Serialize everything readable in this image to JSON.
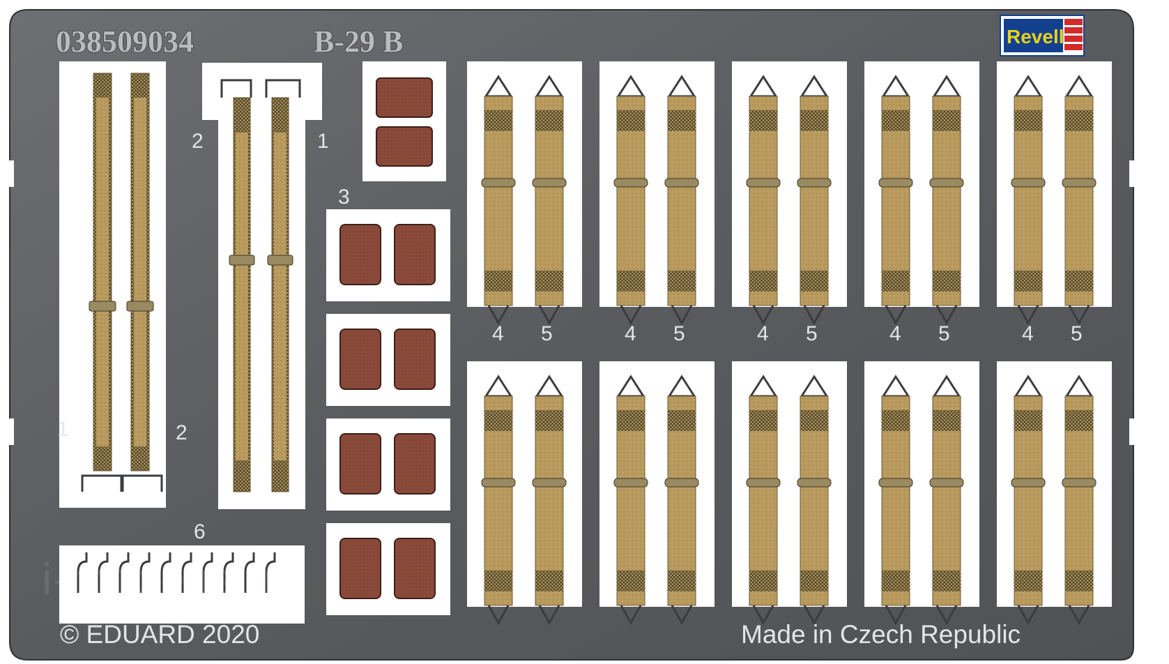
{
  "fret": {
    "code": "038509034",
    "model": "B-29 B",
    "copyright": "© EDUARD 2020",
    "origin": "Made in Czech Republic",
    "watermark": "i-modelist.ru",
    "brand": "Revell"
  },
  "part_numbers": {
    "left_frame_top_left": "1",
    "left_frame_top_right": "2",
    "long_frame_left": "2",
    "long_frame_right": "1",
    "pads": "3",
    "shoulder": "4",
    "lap": "5",
    "buckles": "6"
  },
  "colors": {
    "metal": "#5a5c5f",
    "metal_light": "#6b6d70",
    "cutout": "#ffffff",
    "strap": "#b89a5e",
    "strap_dark": "#6a5a34",
    "pad": "#8a4a3a",
    "pad_edge": "#3c1f18",
    "brand_blue": "#12408f",
    "brand_yellow": "#e8d21c",
    "brand_red": "#d42a2a"
  }
}
